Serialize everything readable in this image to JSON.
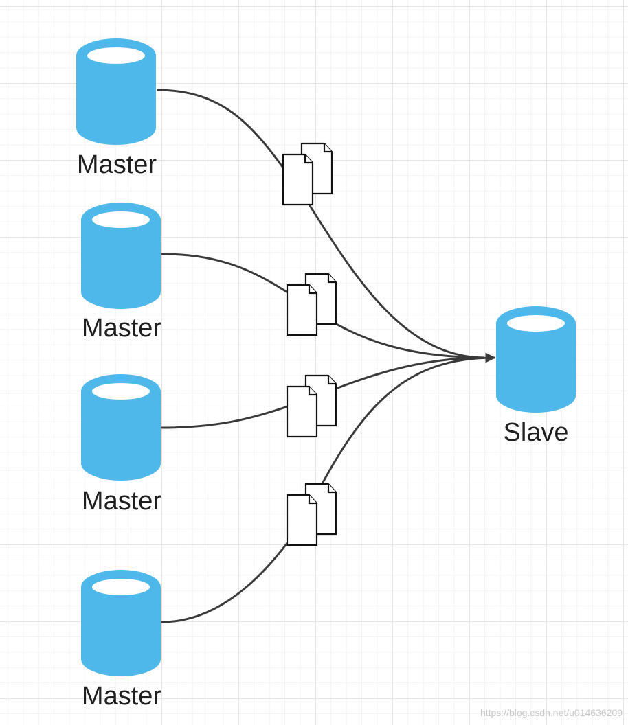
{
  "nodes": {
    "master_1": {
      "label": "Master"
    },
    "master_2": {
      "label": "Master"
    },
    "master_3": {
      "label": "Master"
    },
    "master_4": {
      "label": "Master"
    },
    "slave": {
      "label": "Slave"
    }
  },
  "edges": [
    {
      "from": "master_1",
      "to": "slave",
      "icon": "documents-icon"
    },
    {
      "from": "master_2",
      "to": "slave",
      "icon": "documents-icon"
    },
    {
      "from": "master_3",
      "to": "slave",
      "icon": "documents-icon"
    },
    {
      "from": "master_4",
      "to": "slave",
      "icon": "documents-icon"
    }
  ],
  "colors": {
    "database": "#4fb8ea",
    "edge": "#3a3a3a",
    "grid": "#e4e4e4"
  },
  "watermark": "https://blog.csdn.net/u014636209"
}
